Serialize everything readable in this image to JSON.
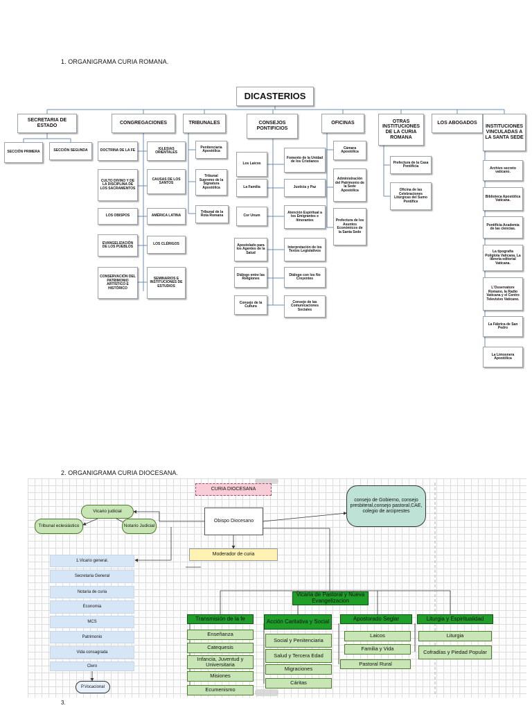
{
  "headings": {
    "h1": "1.   ORGANIGRAMA CURIA ROMANA.",
    "h2": "2.   ORGANIGRAMA CURIA DIOCESANA.",
    "h3": "3."
  },
  "curia_romana": {
    "root": "DICASTERIOS",
    "secretaria": "SECRETARIA DE ESTADO",
    "seccion_primera": "SECCIÓN PRIMERA",
    "seccion_segunda": "SECCIÓN SEGUNDA",
    "congregaciones": "CONGREGACIONES",
    "cong_left": [
      "DOCTRINA DE LA FE",
      "CULTO DIVINO Y DE LA DISCIPLINA DE LOS SACRAMENTOS",
      "LOS OBISPOS",
      "EVANGELIZACIÓN DE LOS PUEBLOS",
      "CONSERVACIÓN DEL PATRIMONIO ARTÍSTICO E HISTÓRICO"
    ],
    "cong_right": [
      "IGLESIAS ORIENTALES",
      "CAUSAS DE LOS SANTOS",
      "AMÉRICA LATINA",
      "LOS CLÉRIGOS",
      "SEMINARIOS E INSTITUCIONES DE ESTUDIOS"
    ],
    "tribunales": "TRIBUNALES",
    "trib_items": [
      "Penitenciaria Apostólica",
      "Tribunal Supremo de la Signatura Apostólica",
      "Tribunal de la Rota Romana"
    ],
    "consejos": "CONSEJOS PONTIFICIOS",
    "cons_left": [
      "Los Laicos",
      "La Familia",
      "Cor Unum",
      "Apostolado para los Agentes de la Salud",
      "Diálogo entre las Religiones",
      "Consejo de la Cultura"
    ],
    "cons_right": [
      "Fomento de la Unidad de los Cristianos",
      "Justicia y Paz",
      "Atención Espiritual a los Emigrantes e Itinerantes",
      "Interpretación de los Textos Legislativos",
      "Diálogo con los No Creyentes",
      "Consejo de las Comunicaciones Sociales"
    ],
    "oficinas": "OFICINAS",
    "of_items": [
      "Cámara Apostólica",
      "Administración del Patrimonio de la Sede Apostólica",
      "Prefectura de los Asuntos Económicos de la Santa Sede"
    ],
    "otras": "OTRAS INSTITUCIONES DE LA CURIA ROMANA",
    "otras_items": [
      "Prefectura de la Casa Pontificia",
      "Oficina de las Celebraciones Litúrgicas del Sumo Pontífice"
    ],
    "abogados": "LOS ABOGADOS",
    "vinculadas": "INSTITUCIONES VINCULADAS A LA SANTA SEDE",
    "vinc_items": [
      "Archivo secreto vaticano.",
      "Biblioteca Apostólica Vaticana.",
      "Pontificia Academia de las ciencias.",
      "La tipografía Políglota Vaticana, La librería editorial Vaticana.",
      "L'Osservatore Romano, la Radio Vaticana y el Centro Televisivo Vaticano.",
      "La Fábrica de San Pedro",
      "La Limosnera Apostólica"
    ]
  },
  "curia_diocesana": {
    "curia_label": "CURIA DIOCESANA",
    "obispo": "Obispo Diocesano",
    "vicario_judicial": "Vicario judicial",
    "tribunal": "Tribunal eclesiástico",
    "notario": "Notario Judicial",
    "moderador": "Moderador de curia",
    "consejos": "consejo de Gobierno, consejo presbiteral,consejo pastoral,CAE, colegio de arciprestes",
    "left_list": [
      "1.Vicario general.",
      "Secretaria General",
      "Notaria de curia",
      "Economia",
      "MCS",
      "Patrimonio",
      "Vida consagrada",
      "Clero"
    ],
    "vocacional": "P.Vocacional",
    "vicaria": "Vicaria de Pastoral y Nueva Evangelizacion",
    "areas": [
      {
        "title": "Transmisión de la fe",
        "items": [
          "Enseñanza",
          "Catequesis",
          "Infancia, Juventud y Universitaria",
          "Misiones",
          "Ecumenismo"
        ]
      },
      {
        "title": "Acción Caritativa y Social",
        "items": [
          "Social y Penitenciaria",
          "Salud y Tercera Edad",
          "Migraciones",
          "Cáritas"
        ]
      },
      {
        "title": "Apostorado Seglar",
        "items": [
          "Laicos",
          "Familia y Vida",
          "Pastoral Rural"
        ]
      },
      {
        "title": "Liturgia y Espiritualidad",
        "items": [
          "Liturgia",
          "Cofradías y Piedad Popular"
        ]
      }
    ]
  }
}
